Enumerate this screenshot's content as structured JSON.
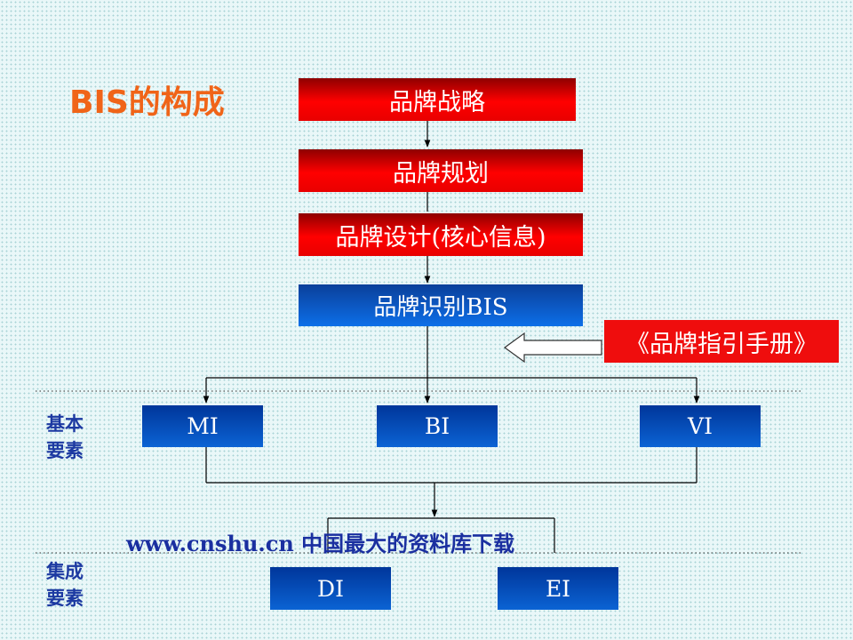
{
  "title": "BIS的构成",
  "flow": {
    "strategy": "品牌战略",
    "planning": "品牌规划",
    "design": "品牌设计(核心信息)",
    "identity": "品牌识别BIS",
    "manual": "《品牌指引手册》"
  },
  "sections": {
    "basic": {
      "label_line1": "基本",
      "label_line2": "要素",
      "items": [
        "MI",
        "BI",
        "VI"
      ]
    },
    "integrated": {
      "label_line1": "集成",
      "label_line2": "要素",
      "items": [
        "DI",
        "EI"
      ]
    }
  },
  "watermark": "www.cnshu.cn  中国最大的资料库下载",
  "colors": {
    "title": "#f06418",
    "flow_box": "#ff0000",
    "identity_box": "#0d6fe8",
    "element_box": "#0b63d4",
    "label": "#1d3aa2"
  }
}
